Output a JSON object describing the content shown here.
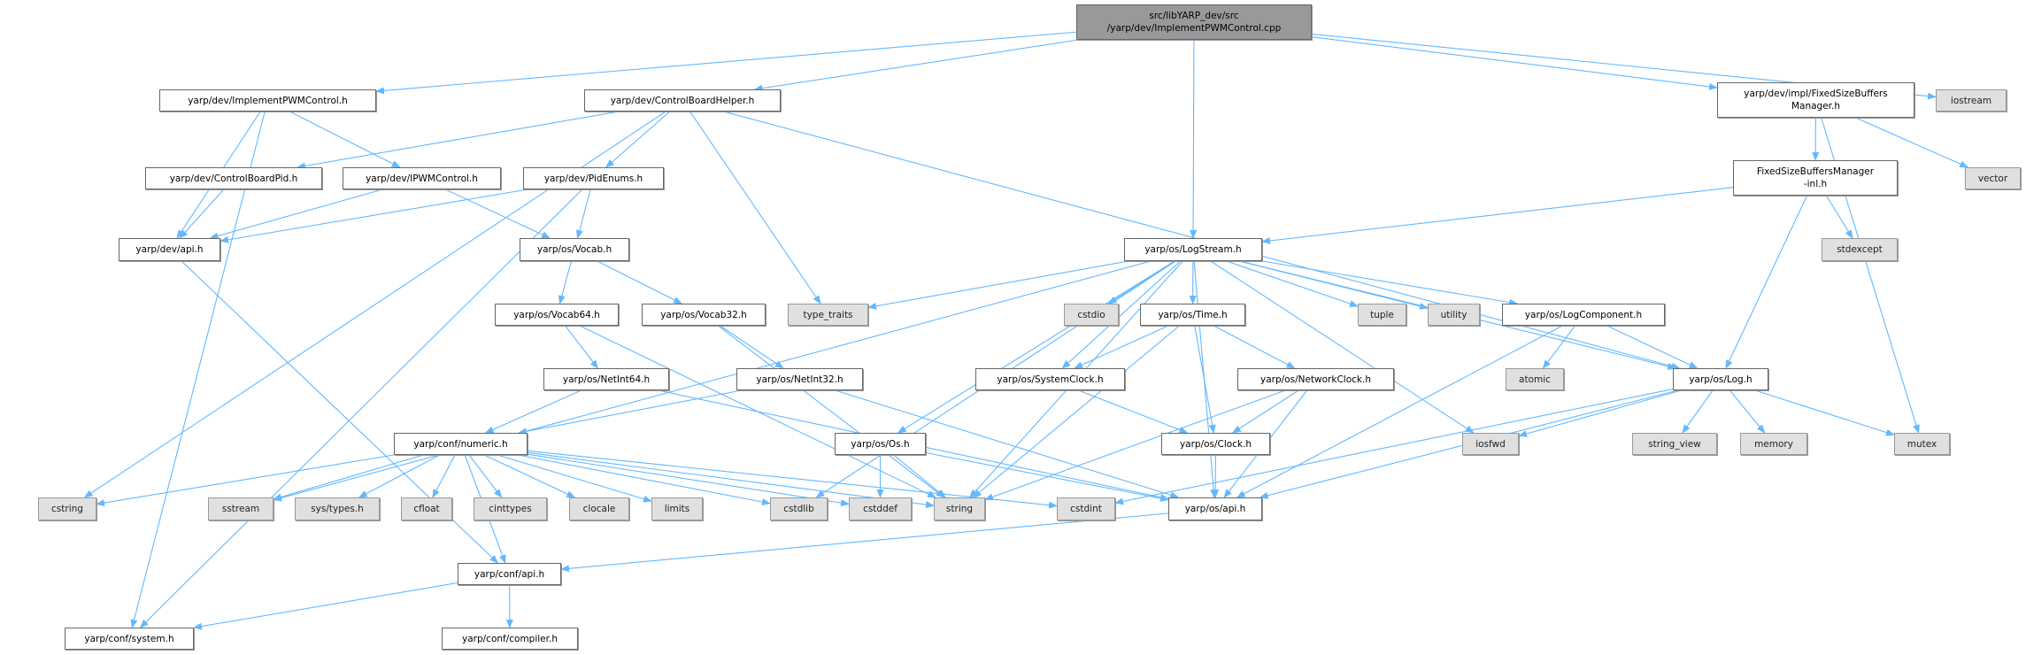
{
  "colors": {
    "edge": "#63b8ff",
    "root_fill": "#999999",
    "external_fill": "#e0e0e0",
    "node_fill": "#ffffff"
  },
  "nodes": {
    "root": {
      "label": "src/libYARP_dev/src\n/yarp/dev/ImplementPWMControl.cpp",
      "kind": "root"
    },
    "implpwm": {
      "label": "yarp/dev/ImplementPWMControl.h",
      "kind": "local"
    },
    "cbhelper": {
      "label": "yarp/dev/ControlBoardHelper.h",
      "kind": "local"
    },
    "fsbm": {
      "label": "yarp/dev/impl/FixedSizeBuffers\nManager.h",
      "kind": "local"
    },
    "iostream": {
      "label": "iostream",
      "kind": "external"
    },
    "cbpid": {
      "label": "yarp/dev/ControlBoardPid.h",
      "kind": "local"
    },
    "ipwm": {
      "label": "yarp/dev/IPWMControl.h",
      "kind": "local"
    },
    "pidenums": {
      "label": "yarp/dev/PidEnums.h",
      "kind": "local"
    },
    "fsbminl": {
      "label": "FixedSizeBuffersManager\n-inl.h",
      "kind": "local"
    },
    "vector": {
      "label": "vector",
      "kind": "external"
    },
    "devapi": {
      "label": "yarp/dev/api.h",
      "kind": "local"
    },
    "vocab": {
      "label": "yarp/os/Vocab.h",
      "kind": "local"
    },
    "logstream": {
      "label": "yarp/os/LogStream.h",
      "kind": "local"
    },
    "stdexcept": {
      "label": "stdexcept",
      "kind": "external"
    },
    "vocab64": {
      "label": "yarp/os/Vocab64.h",
      "kind": "local"
    },
    "vocab32": {
      "label": "yarp/os/Vocab32.h",
      "kind": "local"
    },
    "type_traits": {
      "label": "type_traits",
      "kind": "external"
    },
    "cstdio": {
      "label": "cstdio",
      "kind": "external"
    },
    "time": {
      "label": "yarp/os/Time.h",
      "kind": "local"
    },
    "tuple": {
      "label": "tuple",
      "kind": "external"
    },
    "utility": {
      "label": "utility",
      "kind": "external"
    },
    "logcomp": {
      "label": "yarp/os/LogComponent.h",
      "kind": "local"
    },
    "netint64": {
      "label": "yarp/os/NetInt64.h",
      "kind": "local"
    },
    "netint32": {
      "label": "yarp/os/NetInt32.h",
      "kind": "local"
    },
    "sysclock": {
      "label": "yarp/os/SystemClock.h",
      "kind": "local"
    },
    "netclock": {
      "label": "yarp/os/NetworkClock.h",
      "kind": "local"
    },
    "atomic": {
      "label": "atomic",
      "kind": "external"
    },
    "log": {
      "label": "yarp/os/Log.h",
      "kind": "local"
    },
    "numeric": {
      "label": "yarp/conf/numeric.h",
      "kind": "local"
    },
    "os": {
      "label": "yarp/os/Os.h",
      "kind": "local"
    },
    "clock": {
      "label": "yarp/os/Clock.h",
      "kind": "local"
    },
    "iosfwd": {
      "label": "iosfwd",
      "kind": "external"
    },
    "string_view": {
      "label": "string_view",
      "kind": "external"
    },
    "memory": {
      "label": "memory",
      "kind": "external"
    },
    "mutex": {
      "label": "mutex",
      "kind": "external"
    },
    "cstring": {
      "label": "cstring",
      "kind": "external"
    },
    "sstream": {
      "label": "sstream",
      "kind": "external"
    },
    "systypes": {
      "label": "sys/types.h",
      "kind": "external"
    },
    "cfloat": {
      "label": "cfloat",
      "kind": "external"
    },
    "cinttypes": {
      "label": "cinttypes",
      "kind": "external"
    },
    "clocale": {
      "label": "clocale",
      "kind": "external"
    },
    "limits": {
      "label": "limits",
      "kind": "external"
    },
    "cstdlib": {
      "label": "cstdlib",
      "kind": "external"
    },
    "cstddef": {
      "label": "cstddef",
      "kind": "external"
    },
    "string": {
      "label": "string",
      "kind": "external"
    },
    "cstdint": {
      "label": "cstdint",
      "kind": "external"
    },
    "osapi": {
      "label": "yarp/os/api.h",
      "kind": "local"
    },
    "confapi": {
      "label": "yarp/conf/api.h",
      "kind": "local"
    },
    "system": {
      "label": "yarp/conf/system.h",
      "kind": "local"
    },
    "compiler": {
      "label": "yarp/conf/compiler.h",
      "kind": "local"
    }
  },
  "edges": [
    [
      "root",
      "implpwm"
    ],
    [
      "root",
      "cbhelper"
    ],
    [
      "root",
      "logstream"
    ],
    [
      "root",
      "fsbm"
    ],
    [
      "root",
      "iostream"
    ],
    [
      "implpwm",
      "devapi"
    ],
    [
      "implpwm",
      "ipwm"
    ],
    [
      "implpwm",
      "system"
    ],
    [
      "cbhelper",
      "cstring"
    ],
    [
      "cbhelper",
      "cbpid"
    ],
    [
      "cbhelper",
      "pidenums"
    ],
    [
      "cbhelper",
      "type_traits"
    ],
    [
      "cbhelper",
      "log"
    ],
    [
      "cbpid",
      "devapi"
    ],
    [
      "ipwm",
      "devapi"
    ],
    [
      "ipwm",
      "vocab"
    ],
    [
      "pidenums",
      "devapi"
    ],
    [
      "pidenums",
      "vocab"
    ],
    [
      "pidenums",
      "system"
    ],
    [
      "devapi",
      "confapi"
    ],
    [
      "vocab",
      "vocab64"
    ],
    [
      "vocab",
      "vocab32"
    ],
    [
      "vocab64",
      "netint64"
    ],
    [
      "vocab64",
      "string"
    ],
    [
      "vocab32",
      "netint32"
    ],
    [
      "vocab32",
      "string"
    ],
    [
      "netint64",
      "numeric"
    ],
    [
      "netint64",
      "osapi"
    ],
    [
      "netint32",
      "numeric"
    ],
    [
      "netint32",
      "osapi"
    ],
    [
      "numeric",
      "cstring"
    ],
    [
      "numeric",
      "sstream"
    ],
    [
      "numeric",
      "systypes"
    ],
    [
      "numeric",
      "cfloat"
    ],
    [
      "numeric",
      "cinttypes"
    ],
    [
      "numeric",
      "clocale"
    ],
    [
      "numeric",
      "limits"
    ],
    [
      "numeric",
      "cstdlib"
    ],
    [
      "numeric",
      "cstddef"
    ],
    [
      "numeric",
      "string"
    ],
    [
      "numeric",
      "cstdint"
    ],
    [
      "numeric",
      "confapi"
    ],
    [
      "os",
      "cstddef"
    ],
    [
      "os",
      "string"
    ],
    [
      "os",
      "osapi"
    ],
    [
      "confapi",
      "system"
    ],
    [
      "confapi",
      "compiler"
    ],
    [
      "fsbm",
      "fsbminl"
    ],
    [
      "fsbm",
      "vector"
    ],
    [
      "fsbm",
      "mutex"
    ],
    [
      "fsbminl",
      "logstream"
    ],
    [
      "fsbminl",
      "stdexcept"
    ],
    [
      "fsbminl",
      "log"
    ],
    [
      "logstream",
      "sstream"
    ],
    [
      "logstream",
      "cstdlib"
    ],
    [
      "logstream",
      "type_traits"
    ],
    [
      "logstream",
      "cstdio"
    ],
    [
      "logstream",
      "os"
    ],
    [
      "logstream",
      "string"
    ],
    [
      "logstream",
      "time"
    ],
    [
      "logstream",
      "sysclock"
    ],
    [
      "logstream",
      "tuple"
    ],
    [
      "logstream",
      "utility"
    ],
    [
      "logstream",
      "logcomp"
    ],
    [
      "logstream",
      "iosfwd"
    ],
    [
      "logstream",
      "log"
    ],
    [
      "logstream",
      "osapi"
    ],
    [
      "time",
      "sysclock"
    ],
    [
      "time",
      "clock"
    ],
    [
      "time",
      "netclock"
    ],
    [
      "time",
      "string"
    ],
    [
      "sysclock",
      "clock"
    ],
    [
      "netclock",
      "clock"
    ],
    [
      "netclock",
      "osapi"
    ],
    [
      "netclock",
      "string"
    ],
    [
      "clock",
      "osapi"
    ],
    [
      "logcomp",
      "atomic"
    ],
    [
      "logcomp",
      "log"
    ],
    [
      "logcomp",
      "osapi"
    ],
    [
      "log",
      "iosfwd"
    ],
    [
      "log",
      "string_view"
    ],
    [
      "log",
      "memory"
    ],
    [
      "log",
      "mutex"
    ],
    [
      "log",
      "cstdint"
    ],
    [
      "log",
      "osapi"
    ],
    [
      "osapi",
      "confapi"
    ]
  ]
}
